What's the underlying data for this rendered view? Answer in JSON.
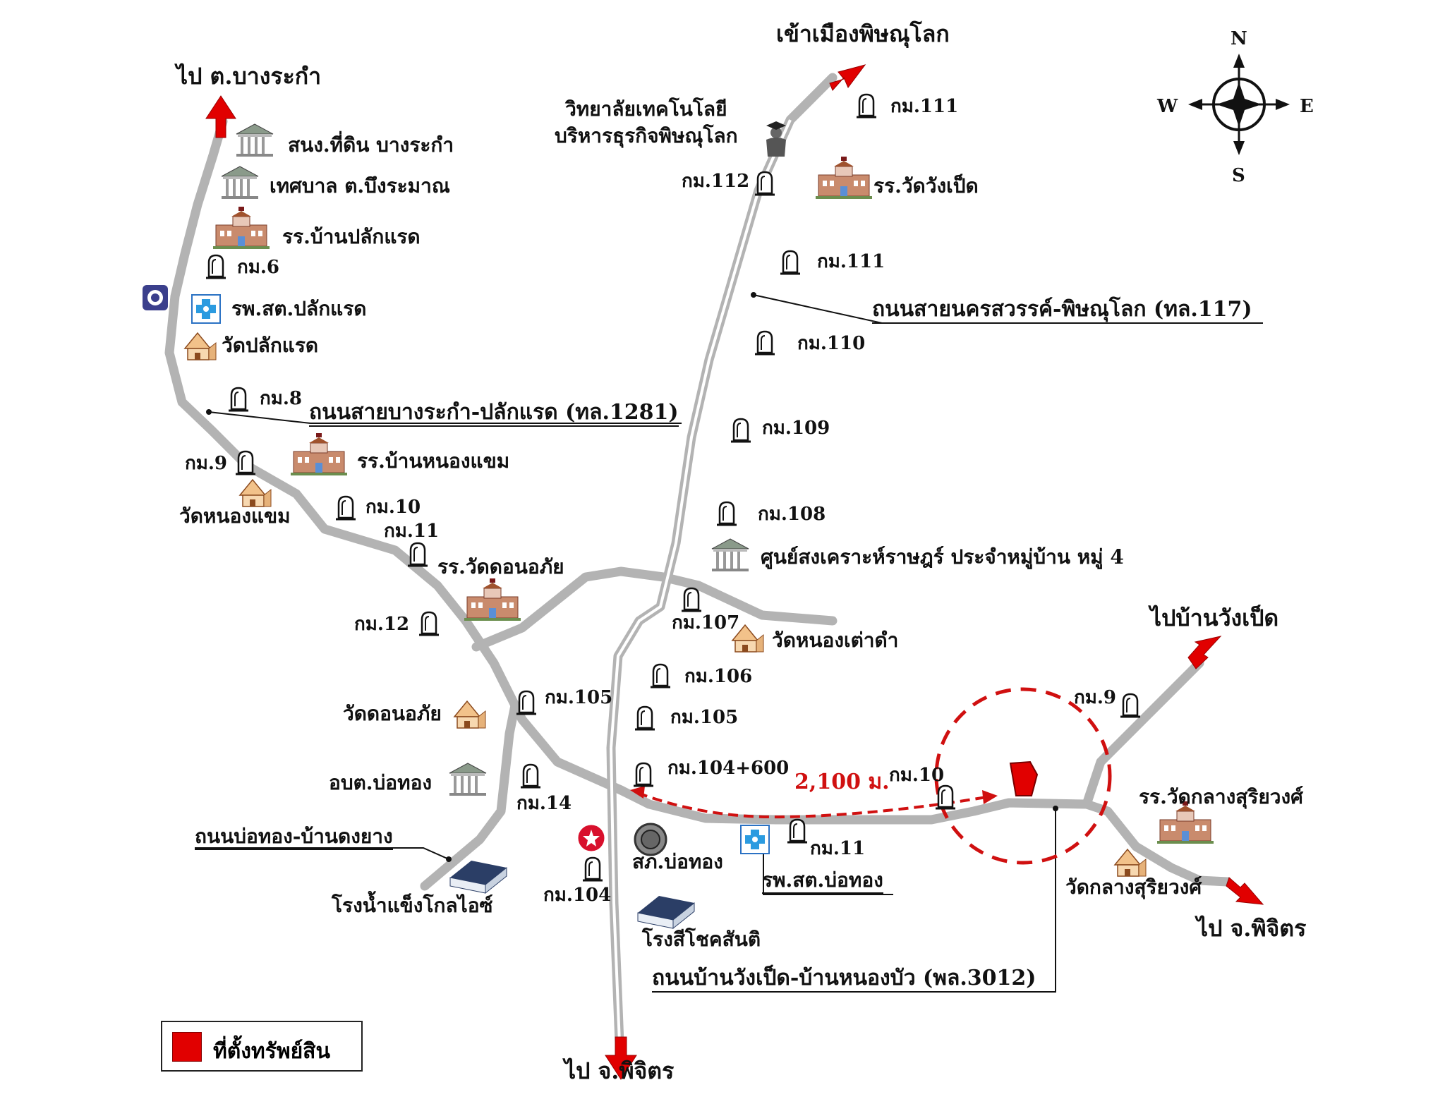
{
  "map": {
    "destinations": {
      "bang_rakam": "ไป ต.บางระกำ",
      "phitsanulok_city": "เข้าเมืองพิษณุโลก",
      "ban_wang_pet": "ไปบ้านวังเป็ด",
      "phichit_south": "ไป จ.พิจิตร",
      "phichit_east": "ไป จ.พิจิตร"
    },
    "places": {
      "land_office": "สนง.ที่ดิน บางระกำ",
      "municipality": "เทศบาล ต.บึงระมาณ",
      "school_plak_raet": "รร.บ้านปลักแรด",
      "clinic_plak_raet": "รพ.สต.ปลักแรด",
      "temple_plak_raet": "วัดปลักแรด",
      "school_nong_khaem": "รร.บ้านหนองแขม",
      "temple_nong_khaem": "วัดหนองแขม",
      "school_don_aphai": "รร.วัดดอนอภัย",
      "temple_don_aphai": "วัดดอนอภัย",
      "sao_bo_thong": "อบต.บ่อทอง",
      "ice_factory": "โรงน้ำแข็งโกลไอซ์",
      "rice_mill": "โรงสีโชคสันติ",
      "police": "สภ.บ่อทอง",
      "clinic_bo_thong": "รพ.สต.บ่อทอง",
      "college": "วิทยาลัยเทคโนโลยี\nบริหารธุรกิจพิษณุโลก",
      "school_wang_pet": "รร.วัดวังเป็ด",
      "relief_center": "ศูนย์สงเคราะห์ราษฎร์ ประจำหมู่บ้าน หมู่ 4",
      "temple_nong_tao_dam": "วัดหนองเต่าดำ",
      "school_klang_suriyawong": "รร.วัดกลางสุริยวงศ์",
      "temple_klang_suriyawong": "วัดกลางสุริยวงศ์"
    },
    "roads": {
      "road_117": "ถนนสายนครสวรรค์-พิษณุโลก (ทล.117)",
      "road_1281": "ถนนสายบางระกำ-ปลักแรด (ทล.1281)",
      "road_bo_thong": "ถนนบ่อทอง-บ้านดงยาง",
      "road_3012": "ถนนบ้านวังเป็ด-บ้านหนองบัว (พล.3012)"
    },
    "kilometer_markers": {
      "km111_top": "กม.111",
      "km112": "กม.112",
      "km111_b": "กม.111",
      "km110": "กม.110",
      "km109": "กม.109",
      "km108": "กม.108",
      "km107": "กม.107",
      "km106": "กม.106",
      "km105_main": "กม.105",
      "km104_600": "กม.104+600",
      "km104": "กม.104",
      "km6": "กม.6",
      "km8": "กม.8",
      "km9_w": "กม.9",
      "km10_w": "กม.10",
      "km11_w": "กม.11",
      "km12": "กม.12",
      "km105_w": "กม.105",
      "km14": "กม.14",
      "km11_e": "กม.11",
      "km10_e": "กม.10",
      "km9_e": "กม.9"
    },
    "distance": "2,100 ม.",
    "compass": {
      "n": "N",
      "s": "S",
      "e": "E",
      "w": "W"
    },
    "legend": {
      "label": "ที่ตั้งทรัพย์สิน"
    },
    "colors": {
      "road": "#b3b3b3",
      "property": "#e10000",
      "arrow": "#e10000",
      "circle": "#d01010"
    }
  }
}
